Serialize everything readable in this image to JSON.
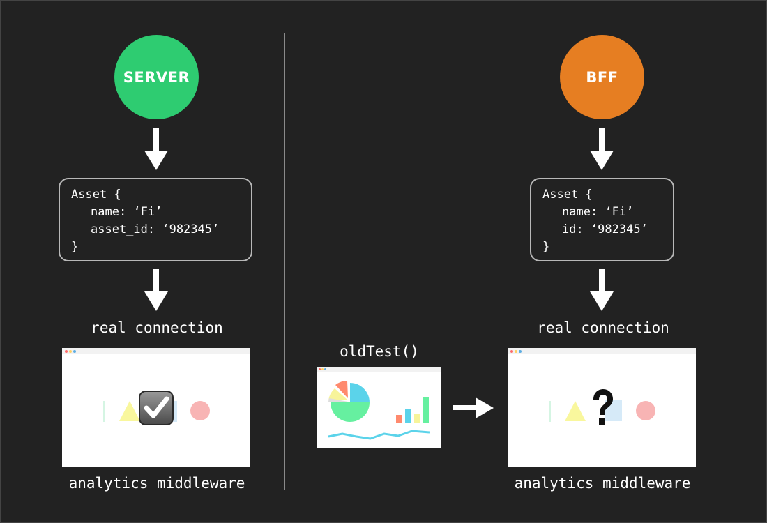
{
  "left": {
    "node_label": "SERVER",
    "node_color": "#2ecc71",
    "code": {
      "line1": "Asset {",
      "line2": "name: ‘Fi’",
      "line3": "asset_id: ‘982345’",
      "line4": "}"
    },
    "connection_label": "real connection",
    "middleware_label": "analytics middleware",
    "status_icon": "checkmark-icon"
  },
  "right": {
    "node_label": "BFF",
    "node_color": "#e67e22",
    "code": {
      "line1": "Asset {",
      "line2": "name: ‘Fi’",
      "line3": "id: ‘982345’",
      "line4": "}"
    },
    "connection_label": "real connection",
    "middleware_label": "analytics middleware",
    "status_icon": "question-mark-icon",
    "test_label": "oldTest()"
  }
}
